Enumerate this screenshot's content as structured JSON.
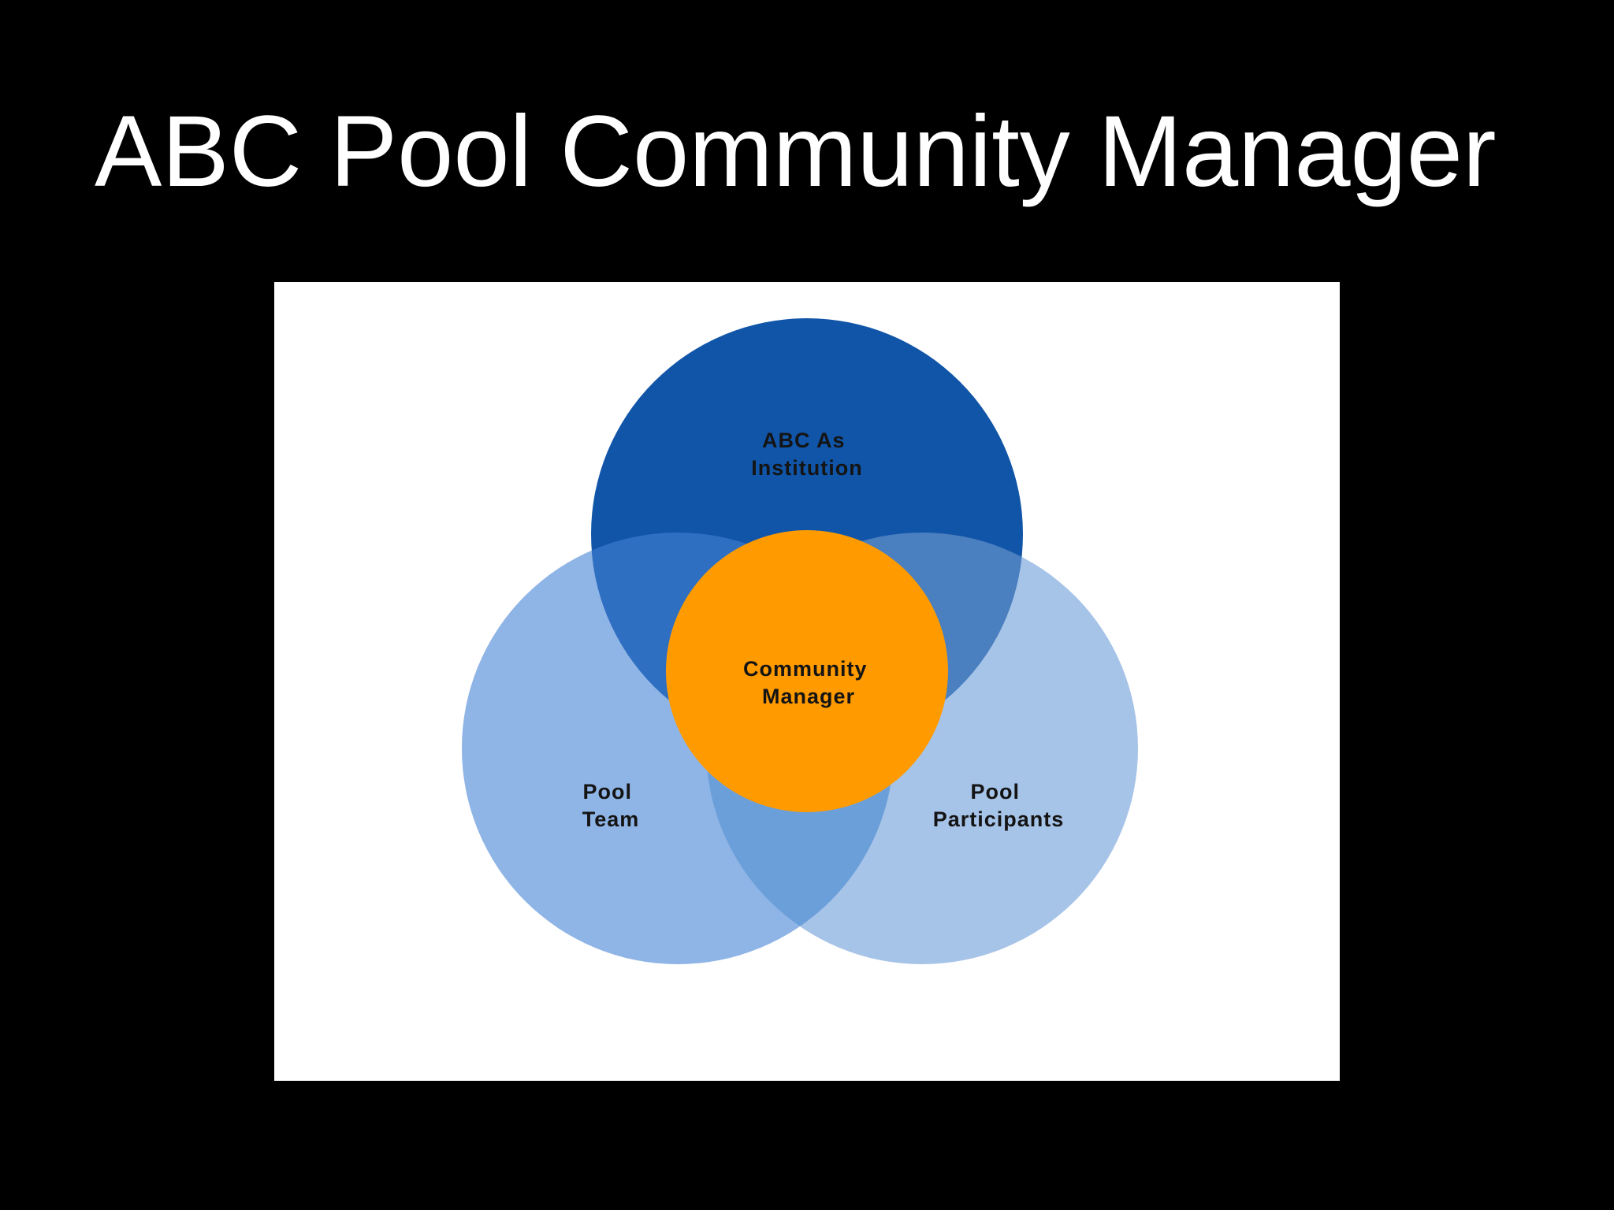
{
  "slide": {
    "title": "ABC Pool Community Manager"
  },
  "diagram": {
    "type": "venn",
    "circles": {
      "top": {
        "label_lines": [
          "ABC As",
          "Institution"
        ],
        "color": "#1155a8"
      },
      "left": {
        "label_lines": [
          "Pool",
          "Team"
        ],
        "color": "#8fb4e6"
      },
      "right": {
        "label_lines": [
          "Pool",
          "Participants"
        ],
        "color": "#a6c3e8"
      },
      "center": {
        "label_lines": [
          "Community",
          "Manager"
        ],
        "color": "#ff9b00"
      }
    },
    "overlap_colors": {
      "top_left": "#2f6fc2",
      "top_right": "#4a7fc0",
      "left_right": "#6b9fd9"
    },
    "background": "#ffffff"
  }
}
